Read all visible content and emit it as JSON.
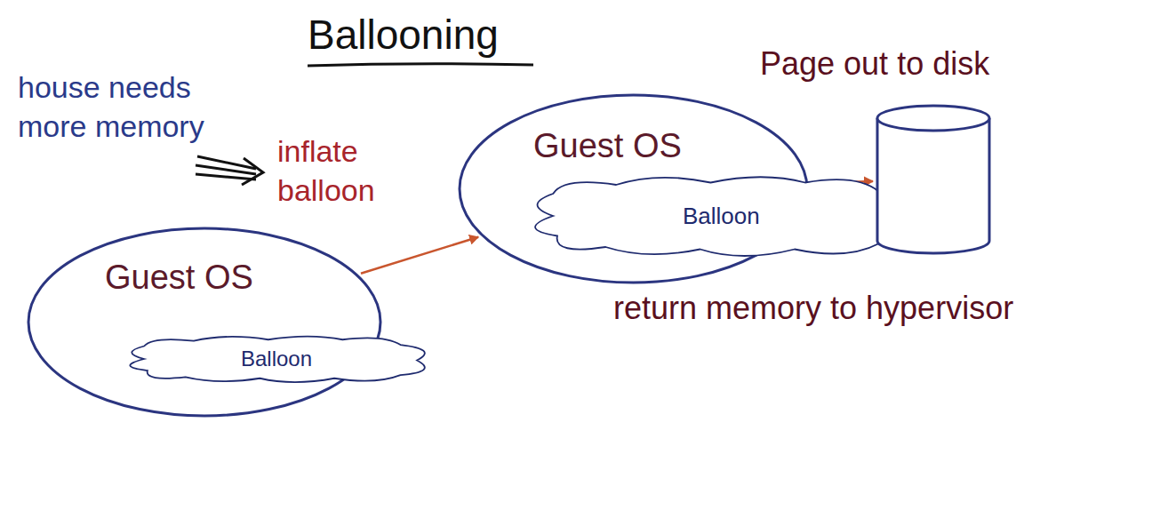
{
  "diagram": {
    "title": "Ballooning",
    "nodes": [
      {
        "text": [
          "Guest OS"
        ]
      },
      {
        "text": [
          "Balloon"
        ],
        "in": 0
      },
      {
        "text": [
          "Guest OS"
        ]
      },
      {
        "text": [
          "Balloon"
        ],
        "in": 2
      },
      {
        "text": [
          "Page out to disk"
        ]
      }
    ],
    "edges": [
      {
        "from": 0,
        "to": 2,
        "arrow": "to"
      },
      {
        "from": 2,
        "to": 4,
        "arrow": "to"
      }
    ],
    "labels": [
      "house needs more memory",
      "inflate balloon",
      "return memory to hypervisor"
    ]
  }
}
